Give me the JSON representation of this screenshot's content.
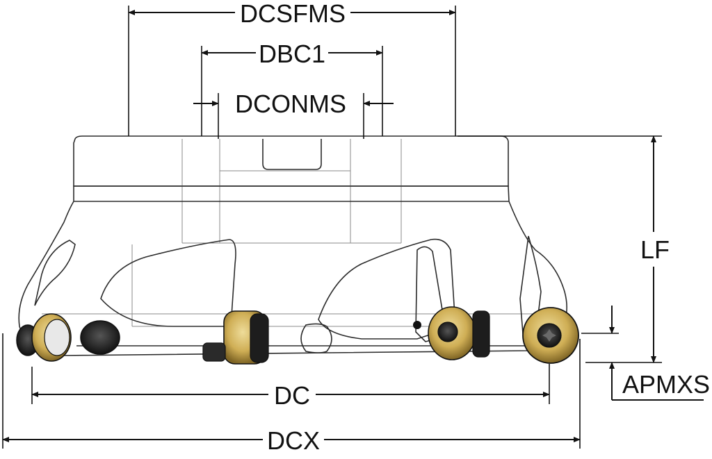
{
  "labels": {
    "dcsfms": "DCSFMS",
    "dbc1": "DBC1",
    "dconms": "DCONMS",
    "lf": "LF",
    "apmxs": "APMXS",
    "dc": "DC",
    "dcx": "DCX"
  },
  "colors": {
    "body_light": "#f1f1f1",
    "body_mid": "#d6d6d6",
    "body_dark": "#a9a9a9",
    "insert_gold": "#d2b25c",
    "insert_dark": "#2a2a2a",
    "line": "#111111"
  }
}
